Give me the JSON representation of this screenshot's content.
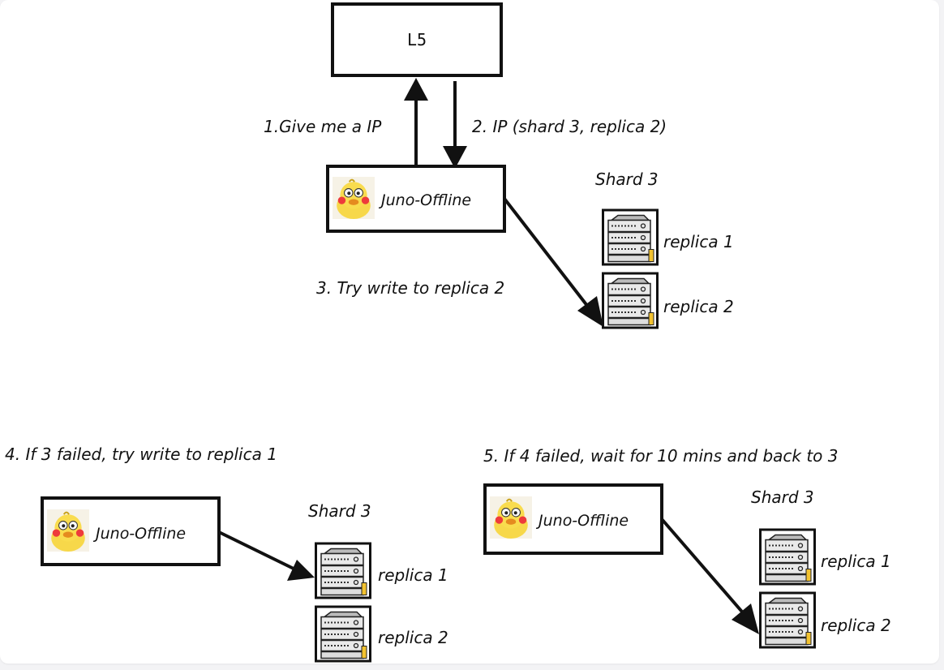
{
  "l5": {
    "label": "L5"
  },
  "top": {
    "step1": "1.Give me a IP",
    "step2": "2. IP (shard 3, replica 2)",
    "step3": "3. Try write to replica 2",
    "client": "Juno-Offline",
    "shard": "Shard 3",
    "replica1": "replica 1",
    "replica2": "replica 2"
  },
  "bottom_left": {
    "caption": "4. If 3 failed,  try write to replica 1",
    "client": "Juno-Offline",
    "shard": "Shard 3",
    "replica1": "replica 1",
    "replica2": "replica 2"
  },
  "bottom_right": {
    "caption": "5.  If 4 failed, wait for 10 mins and back to 3",
    "client": "Juno-Offline",
    "shard": "Shard 3",
    "replica1": "replica 1",
    "replica2": "replica 2"
  },
  "icons": {
    "duck": "duck-avatar-icon",
    "server": "server-icon"
  }
}
